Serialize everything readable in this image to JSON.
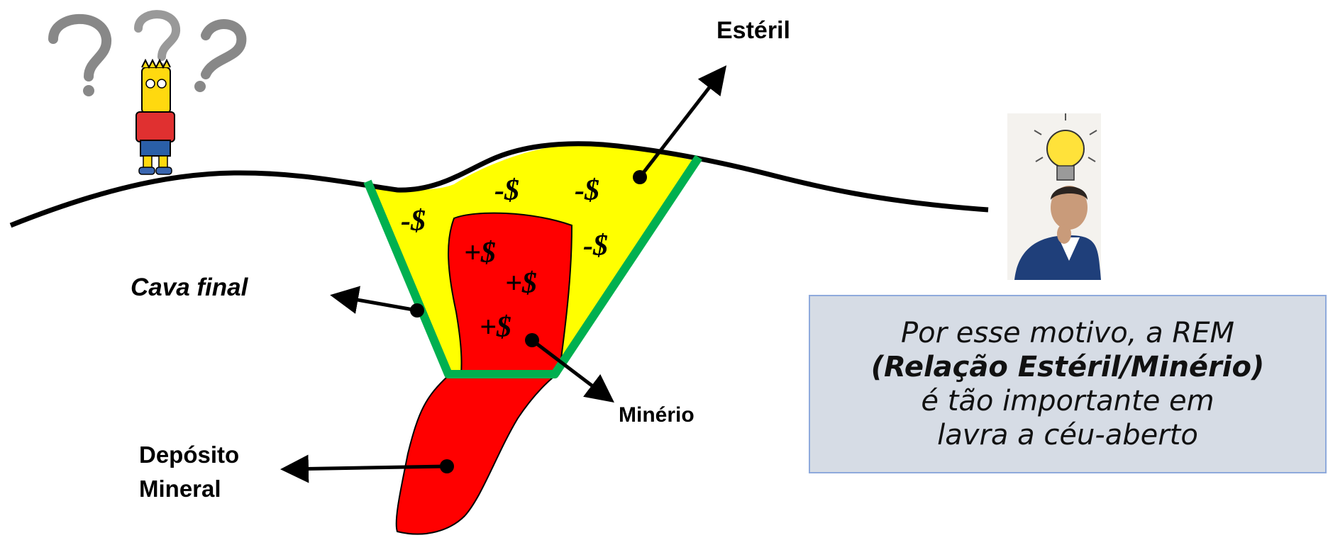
{
  "labels": {
    "esteril": "Estéril",
    "cava_final": "Cava final",
    "minerio": "Minério",
    "deposito_line1": "Depósito",
    "deposito_line2": "Mineral"
  },
  "money": {
    "negative": [
      "-$",
      "-$",
      "-$",
      "-$"
    ],
    "positive": [
      "+$",
      "+$",
      "+$"
    ]
  },
  "callout": {
    "line1": "Por esse motivo, a REM",
    "line2": "(Relação Estéril/Minério)",
    "line3": "é tão importante em",
    "line4": "lavra a céu-aberto"
  },
  "colors": {
    "waste": "#ffff00",
    "ore": "#ff0000",
    "pit": "#00b050",
    "callout_fill": "#d6dce5",
    "callout_border": "#8faadc"
  },
  "icons": [
    "question-marks-icon",
    "confused-cartoon-person-icon",
    "lightbulb-idea-icon",
    "thinking-man-icon"
  ]
}
